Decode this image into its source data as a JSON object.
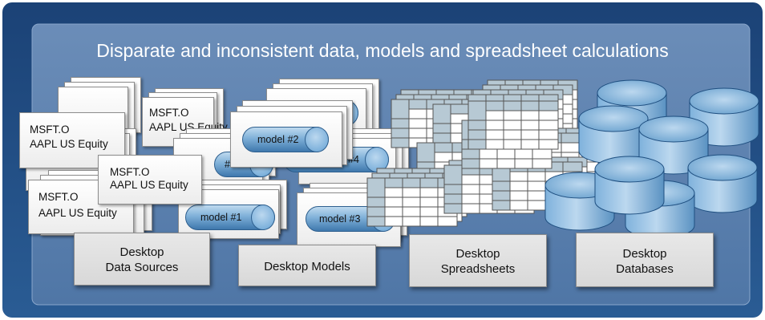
{
  "title": "Disparate and inconsistent data, models and spreadsheet calculations",
  "data_card": {
    "line1": "MSFT.O",
    "line2": "AAPL US Equity"
  },
  "models": {
    "model1": "model #1",
    "model2": "model #2",
    "model3": "model #3",
    "model4_partial": "#4"
  },
  "categories": {
    "data_sources": {
      "line1": "Desktop",
      "line2": "Data Sources"
    },
    "models": {
      "line1": "Desktop Models"
    },
    "spreadsheets": {
      "line1": "Desktop",
      "line2": "Spreadsheets"
    },
    "databases": {
      "line1": "Desktop",
      "line2": "Databases"
    }
  },
  "colors": {
    "background_outer": "#1e4a7e",
    "panel": "#5b7fac",
    "pill_dark": "#3f78ad",
    "pill_light": "#bfdaef",
    "db_body": "#7fb2dc",
    "sheet_header": "#b7c9d4"
  }
}
